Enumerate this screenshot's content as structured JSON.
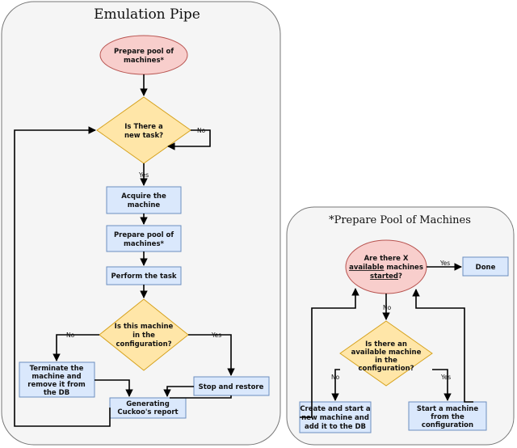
{
  "left_panel": {
    "title": "Emulation Pipe",
    "nodes": {
      "prepare_pool_top": [
        "Prepare pool of",
        "machines*"
      ],
      "new_task": [
        "Is There a",
        "new task?"
      ],
      "acquire": [
        "Acquire the",
        "machine"
      ],
      "prepare_pool_mid": [
        "Prepare pool of",
        "machines*"
      ],
      "perform": [
        "Perform the task"
      ],
      "in_config": [
        "Is this machine",
        "in the",
        "configuration?"
      ],
      "terminate": [
        "Terminate the",
        "machine and",
        "remove it from",
        "the DB"
      ],
      "stop_restore": [
        "Stop and restore"
      ],
      "report": [
        "Generating",
        "Cuckoo's report"
      ]
    },
    "edges": {
      "no_loop": "No",
      "yes_down": "Yes",
      "no_left": "No",
      "yes_right": "Yes"
    }
  },
  "right_panel": {
    "title": "*Prepare Pool of Machines",
    "nodes": {
      "are_there": [
        "Are there X",
        "available",
        "machines",
        "started",
        "?"
      ],
      "done": [
        "Done"
      ],
      "available": [
        "Is there an",
        "available machine",
        "in the",
        "configuration?"
      ],
      "create": [
        "Create and start a",
        "new machine and",
        "add it to the DB"
      ],
      "start": [
        "Start a machine",
        "from the",
        "configuration"
      ]
    },
    "edges": {
      "yes_done": "Yes",
      "no_down": "No",
      "no_left": "No",
      "yes_right": "Yes"
    }
  }
}
